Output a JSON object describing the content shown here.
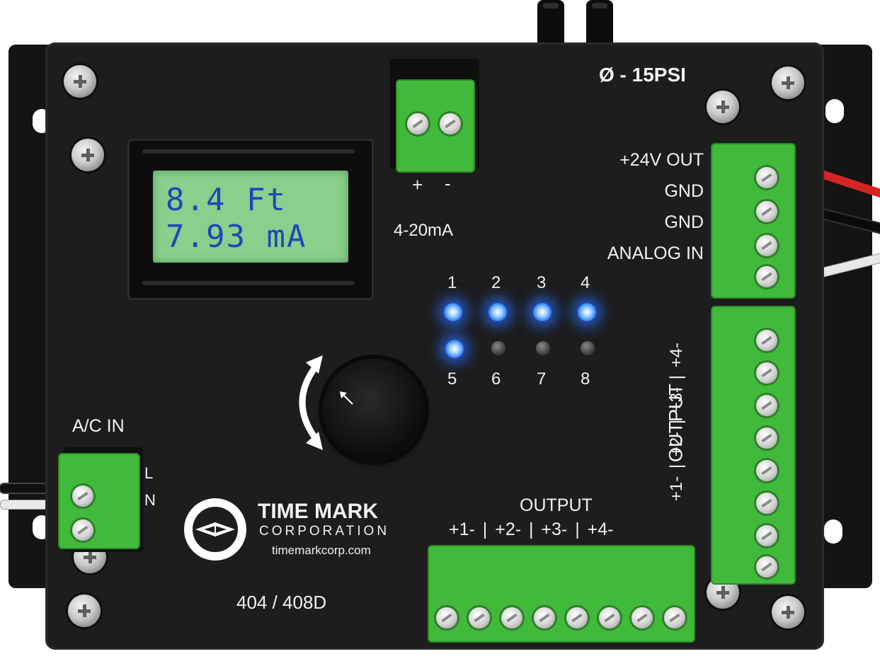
{
  "device": {
    "model": "404 / 408D",
    "pressure_range": "Ø - 15PSI"
  },
  "display": {
    "line1": "8.4 Ft",
    "line2": "7.93 mA"
  },
  "loop_terminal": {
    "plus_symbol": "+",
    "minus_symbol": "-",
    "label": "4-20mA"
  },
  "power_terminal": {
    "labels": [
      "+24V OUT",
      "GND",
      "GND",
      "ANALOG IN"
    ]
  },
  "ac_input": {
    "label": "A/C IN",
    "l": "L",
    "n": "N"
  },
  "indicators": {
    "leds": [
      {
        "label": "1",
        "state": "on"
      },
      {
        "label": "2",
        "state": "on"
      },
      {
        "label": "3",
        "state": "on"
      },
      {
        "label": "4",
        "state": "on"
      },
      {
        "label": "5",
        "state": "on"
      },
      {
        "label": "6",
        "state": "off"
      },
      {
        "label": "7",
        "state": "off"
      },
      {
        "label": "8",
        "state": "off"
      }
    ]
  },
  "bottom_output": {
    "title": "OUTPUT",
    "channels": "+1- | +2- | +3- | +4-"
  },
  "side_output": {
    "title": "OUTPUT",
    "channels": "+1- | +2- | +3- | +4-"
  },
  "logo": {
    "company": "TIME MARK",
    "subtitle": "CORPORATION",
    "website": "timemarkcorp.com"
  },
  "colors": {
    "panel": "#1d1d1d",
    "terminal_green": "#41b93a",
    "lcd_green": "#88d08b",
    "lcd_text": "#2146b8",
    "led_blue": "#2a7bff"
  }
}
